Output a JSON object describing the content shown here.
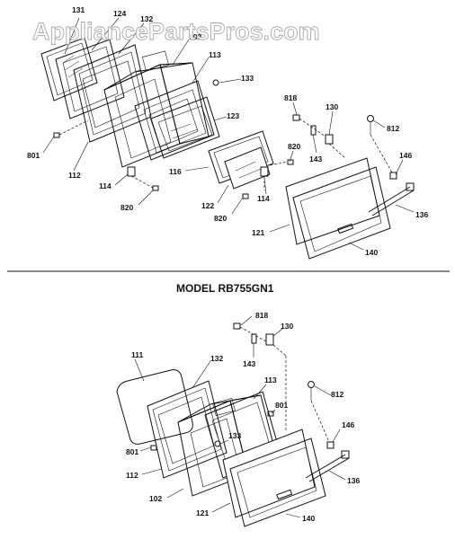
{
  "watermark": "AppliancePartsPros.com",
  "model_title": "MODEL RB755GN1",
  "top_labels": {
    "l131": "131",
    "l124": "124",
    "l132": "132",
    "l102": "102",
    "l113": "113",
    "l133": "133",
    "l123": "123",
    "l801": "801",
    "l112": "112",
    "l114a": "114",
    "l820a": "820",
    "l116": "116",
    "l122": "122",
    "l820b": "820",
    "l114b": "114",
    "l820c": "820",
    "l818": "818",
    "l130": "130",
    "l812": "812",
    "l143": "143",
    "l146": "146",
    "l136": "136",
    "l121": "121",
    "l140": "140"
  },
  "bottom_labels": {
    "l818": "818",
    "l130": "130",
    "l143": "143",
    "l111": "111",
    "l132": "132",
    "l113": "113",
    "l812": "812",
    "l801a": "801",
    "l146": "146",
    "l133": "133",
    "l801b": "801",
    "l112": "112",
    "l136": "136",
    "l102": "102",
    "l121": "121",
    "l140": "140"
  }
}
